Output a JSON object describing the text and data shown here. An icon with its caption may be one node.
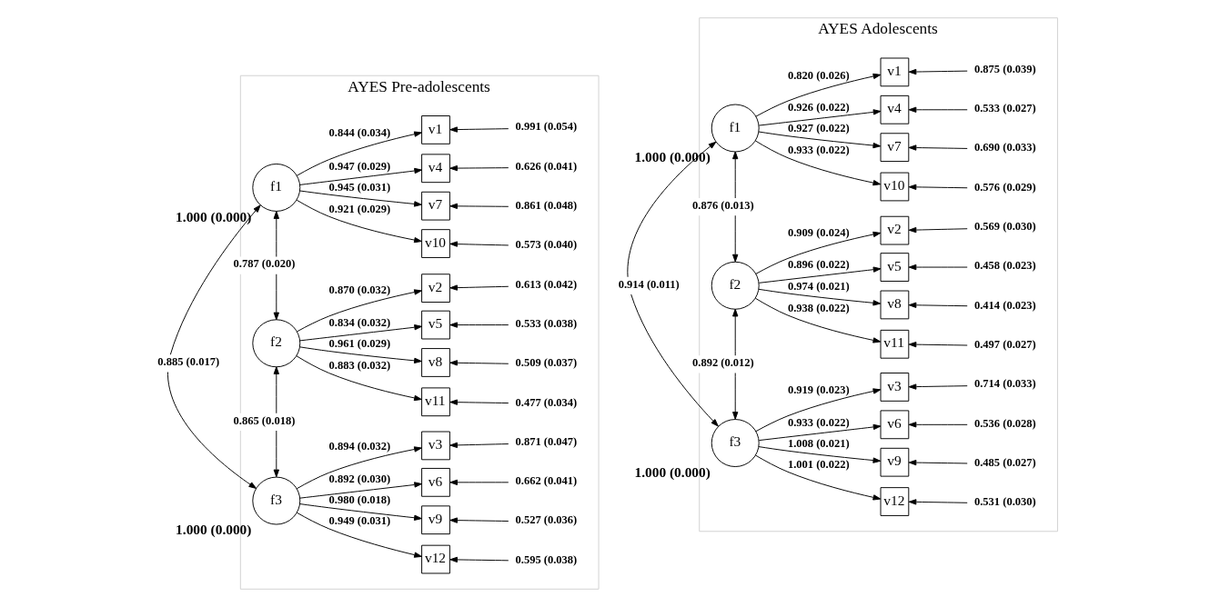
{
  "diagram": {
    "nodes": [
      {
        "text": [
          "AYES Pre-adolescents"
        ]
      },
      {
        "text": [
          "f1"
        ],
        "in": 0,
        "beside": [
          "1.000 (0.000)"
        ]
      },
      {
        "text": [
          "f2"
        ],
        "in": 0
      },
      {
        "text": [
          "f3"
        ],
        "in": 0,
        "beside": [
          "1.000 (0.000)"
        ]
      },
      {
        "text": [
          "v1"
        ],
        "in": 0
      },
      {
        "text": [
          "v4"
        ],
        "in": 0
      },
      {
        "text": [
          "v7"
        ],
        "in": 0
      },
      {
        "text": [
          "v10"
        ],
        "in": 0
      },
      {
        "text": [
          "v2"
        ],
        "in": 0
      },
      {
        "text": [
          "v5"
        ],
        "in": 0
      },
      {
        "text": [
          "v8"
        ],
        "in": 0
      },
      {
        "text": [
          "v11"
        ],
        "in": 0
      },
      {
        "text": [
          "v3"
        ],
        "in": 0
      },
      {
        "text": [
          "v6"
        ],
        "in": 0
      },
      {
        "text": [
          "v9"
        ],
        "in": 0
      },
      {
        "text": [
          "v12"
        ],
        "in": 0
      },
      {
        "text": [
          "0.991 (0.054)"
        ],
        "in": 0
      },
      {
        "text": [
          "0.626 (0.041)"
        ],
        "in": 0
      },
      {
        "text": [
          "0.861 (0.048)"
        ],
        "in": 0
      },
      {
        "text": [
          "0.573 (0.040)"
        ],
        "in": 0
      },
      {
        "text": [
          "0.613 (0.042)"
        ],
        "in": 0
      },
      {
        "text": [
          "0.533 (0.038)"
        ],
        "in": 0
      },
      {
        "text": [
          "0.509 (0.037)"
        ],
        "in": 0
      },
      {
        "text": [
          "0.477 (0.034)"
        ],
        "in": 0
      },
      {
        "text": [
          "0.871 (0.047)"
        ],
        "in": 0
      },
      {
        "text": [
          "0.662 (0.041)"
        ],
        "in": 0
      },
      {
        "text": [
          "0.527 (0.036)"
        ],
        "in": 0
      },
      {
        "text": [
          "0.595 (0.038)"
        ],
        "in": 0
      },
      {
        "text": [
          "AYES Adolescents"
        ]
      },
      {
        "text": [
          "f1"
        ],
        "in": 28,
        "beside": [
          "1.000 (0.000)"
        ]
      },
      {
        "text": [
          "f2"
        ],
        "in": 28
      },
      {
        "text": [
          "f3"
        ],
        "in": 28,
        "beside": [
          "1.000 (0.000)"
        ]
      },
      {
        "text": [
          "v1"
        ],
        "in": 28
      },
      {
        "text": [
          "v4"
        ],
        "in": 28
      },
      {
        "text": [
          "v7"
        ],
        "in": 28
      },
      {
        "text": [
          "v10"
        ],
        "in": 28
      },
      {
        "text": [
          "v2"
        ],
        "in": 28
      },
      {
        "text": [
          "v5"
        ],
        "in": 28
      },
      {
        "text": [
          "v8"
        ],
        "in": 28
      },
      {
        "text": [
          "v11"
        ],
        "in": 28
      },
      {
        "text": [
          "v3"
        ],
        "in": 28
      },
      {
        "text": [
          "v6"
        ],
        "in": 28
      },
      {
        "text": [
          "v9"
        ],
        "in": 28
      },
      {
        "text": [
          "v12"
        ],
        "in": 28
      },
      {
        "text": [
          "0.875 (0.039)"
        ],
        "in": 28
      },
      {
        "text": [
          "0.533 (0.027)"
        ],
        "in": 28
      },
      {
        "text": [
          "0.690 (0.033)"
        ],
        "in": 28
      },
      {
        "text": [
          "0.576 (0.029)"
        ],
        "in": 28
      },
      {
        "text": [
          "0.569 (0.030)"
        ],
        "in": 28
      },
      {
        "text": [
          "0.458 (0.023)"
        ],
        "in": 28
      },
      {
        "text": [
          "0.414 (0.023)"
        ],
        "in": 28
      },
      {
        "text": [
          "0.497 (0.027)"
        ],
        "in": 28
      },
      {
        "text": [
          "0.714 (0.033)"
        ],
        "in": 28
      },
      {
        "text": [
          "0.536 (0.028)"
        ],
        "in": 28
      },
      {
        "text": [
          "0.485 (0.027)"
        ],
        "in": 28
      },
      {
        "text": [
          "0.531 (0.030)"
        ],
        "in": 28
      }
    ],
    "edges": [
      {
        "from": 1,
        "to": 4,
        "arrow": "to",
        "label": "0.844 (0.034)"
      },
      {
        "from": 1,
        "to": 5,
        "arrow": "to",
        "label": "0.947 (0.029)"
      },
      {
        "from": 1,
        "to": 6,
        "arrow": "to",
        "label": "0.945 (0.031)"
      },
      {
        "from": 1,
        "to": 7,
        "arrow": "to",
        "label": "0.921 (0.029)"
      },
      {
        "from": 2,
        "to": 8,
        "arrow": "to",
        "label": "0.870 (0.032)"
      },
      {
        "from": 2,
        "to": 9,
        "arrow": "to",
        "label": "0.834 (0.032)"
      },
      {
        "from": 2,
        "to": 10,
        "arrow": "to",
        "label": "0.961 (0.029)"
      },
      {
        "from": 2,
        "to": 11,
        "arrow": "to",
        "label": "0.883 (0.032)"
      },
      {
        "from": 3,
        "to": 12,
        "arrow": "to",
        "label": "0.894 (0.032)"
      },
      {
        "from": 3,
        "to": 13,
        "arrow": "to",
        "label": "0.892 (0.030)"
      },
      {
        "from": 3,
        "to": 14,
        "arrow": "to",
        "label": "0.980 (0.018)"
      },
      {
        "from": 3,
        "to": 15,
        "arrow": "to",
        "label": "0.949 (0.031)"
      },
      {
        "from": 16,
        "to": 4,
        "arrow": "to"
      },
      {
        "from": 17,
        "to": 5,
        "arrow": "to"
      },
      {
        "from": 18,
        "to": 6,
        "arrow": "to"
      },
      {
        "from": 19,
        "to": 7,
        "arrow": "to"
      },
      {
        "from": 20,
        "to": 8,
        "arrow": "to"
      },
      {
        "from": 21,
        "to": 9,
        "arrow": "to"
      },
      {
        "from": 22,
        "to": 10,
        "arrow": "to"
      },
      {
        "from": 23,
        "to": 11,
        "arrow": "to"
      },
      {
        "from": 24,
        "to": 12,
        "arrow": "to"
      },
      {
        "from": 25,
        "to": 13,
        "arrow": "to"
      },
      {
        "from": 26,
        "to": 14,
        "arrow": "to"
      },
      {
        "from": 27,
        "to": 15,
        "arrow": "to"
      },
      {
        "from": 1,
        "to": 2,
        "arrow": "both",
        "label": "0.787 (0.020)"
      },
      {
        "from": 1,
        "to": 3,
        "arrow": "both",
        "label": "0.885 (0.017)"
      },
      {
        "from": 2,
        "to": 3,
        "arrow": "both",
        "label": "0.865 (0.018)"
      },
      {
        "from": 29,
        "to": 32,
        "arrow": "to",
        "label": "0.820 (0.026)"
      },
      {
        "from": 29,
        "to": 33,
        "arrow": "to",
        "label": "0.926 (0.022)"
      },
      {
        "from": 29,
        "to": 34,
        "arrow": "to",
        "label": "0.927 (0.022)"
      },
      {
        "from": 29,
        "to": 35,
        "arrow": "to",
        "label": "0.933 (0.022)"
      },
      {
        "from": 30,
        "to": 36,
        "arrow": "to",
        "label": "0.909 (0.024)"
      },
      {
        "from": 30,
        "to": 37,
        "arrow": "to",
        "label": "0.896 (0.022)"
      },
      {
        "from": 30,
        "to": 38,
        "arrow": "to",
        "label": "0.974 (0.021)"
      },
      {
        "from": 30,
        "to": 39,
        "arrow": "to",
        "label": "0.938 (0.022)"
      },
      {
        "from": 31,
        "to": 40,
        "arrow": "to",
        "label": "0.919 (0.023)"
      },
      {
        "from": 31,
        "to": 41,
        "arrow": "to",
        "label": "0.933 (0.022)"
      },
      {
        "from": 31,
        "to": 42,
        "arrow": "to",
        "label": "1.008 (0.021)"
      },
      {
        "from": 31,
        "to": 43,
        "arrow": "to",
        "label": "1.001 (0.022)"
      },
      {
        "from": 44,
        "to": 32,
        "arrow": "to"
      },
      {
        "from": 45,
        "to": 33,
        "arrow": "to"
      },
      {
        "from": 46,
        "to": 34,
        "arrow": "to"
      },
      {
        "from": 47,
        "to": 35,
        "arrow": "to"
      },
      {
        "from": 48,
        "to": 36,
        "arrow": "to"
      },
      {
        "from": 49,
        "to": 37,
        "arrow": "to"
      },
      {
        "from": 50,
        "to": 38,
        "arrow": "to"
      },
      {
        "from": 51,
        "to": 39,
        "arrow": "to"
      },
      {
        "from": 52,
        "to": 40,
        "arrow": "to"
      },
      {
        "from": 53,
        "to": 41,
        "arrow": "to"
      },
      {
        "from": 54,
        "to": 42,
        "arrow": "to"
      },
      {
        "from": 55,
        "to": 43,
        "arrow": "to"
      },
      {
        "from": 29,
        "to": 30,
        "arrow": "both",
        "label": "0.876 (0.013)"
      },
      {
        "from": 29,
        "to": 31,
        "arrow": "both",
        "label": "0.914 (0.011)"
      },
      {
        "from": 30,
        "to": 31,
        "arrow": "both",
        "label": "0.892 (0.012)"
      }
    ]
  }
}
